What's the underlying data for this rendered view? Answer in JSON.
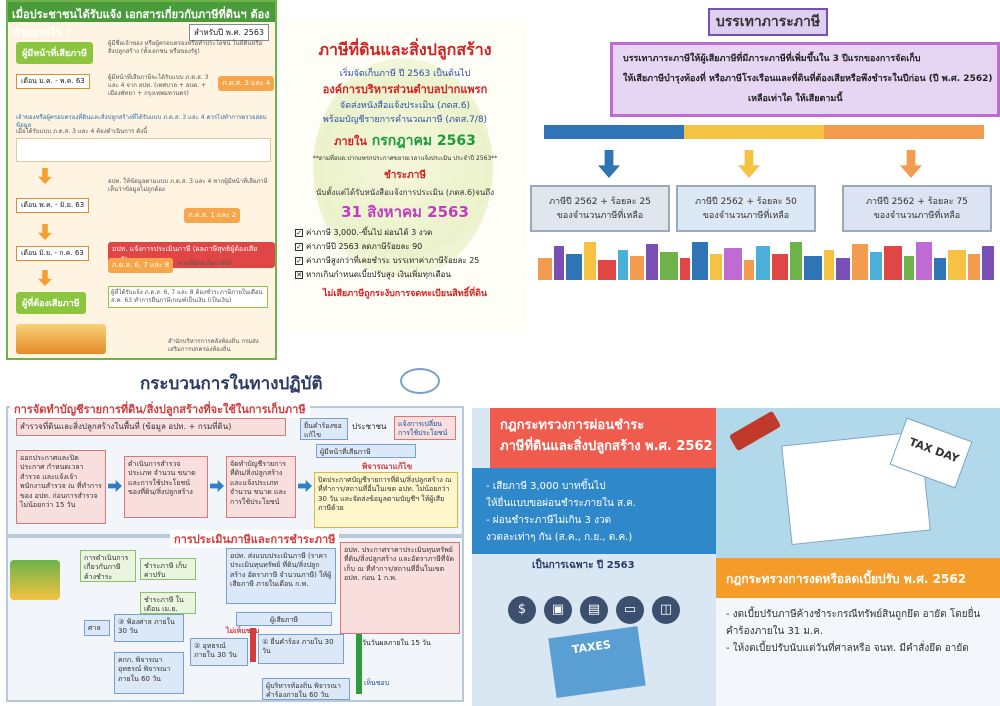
{
  "panel1": {
    "header": "เมื่อประชาชนได้รับแจ้ง เอกสารเกี่ยวกับภาษีที่ดินฯ ต้องทำอย่างไร ?",
    "year_badge": "สำหรับปี พ.ศ. 2563",
    "role_owner": "ผู้มีหน้าที่เสียภาษี",
    "role_owner_desc": "ผู้มีชื่อเจ้าของ หรือผู้ครอบครองหรือทำประโยชน์ ในที่ดินหรือสิ่งปลูกสร้าง (ทั้งเอกชน หรือของรัฐ)",
    "month1": "เดือน ม.ค. - พ.ค. 63",
    "month1_desc": "ผู้มีหน้าที่เสียภาษีจะได้รับแบบ ภ.ด.ส. 3 และ 4 จาก อปท. (เทศบาล + อบต. + เมืองพัทยา + กรุงเทพมหานคร)",
    "form_label": "ภ.ด.ส. 3 และ 4",
    "check_text": "เจ้าของหรือผู้ครอบครองที่ดินและสิ่งปลูกสร้างที่ได้รับแบบ ภ.ด.ส. 3 และ 4 ควรไปทำการตรวจสอบข้อมูล",
    "check_detail": "เมื่อได้รับแบบ ภ.ด.ส. 3 และ 4 ต้องดำเนินการ ดังนี้",
    "month2": "เดือน พ.ค. - มิ.ย. 63",
    "month2_desc": "อปท. ให้ข้อมูลตามแบบ ภ.ด.ส. 3 และ 4 หากผู้มีหน้าที่เสียภาษีเห็นว่าข้อมูลไม่ถูกต้อง",
    "form_label2": "ภ.ด.ส. 1 และ 2",
    "month3": "เดือน มิ.ย. - ก.ค. 63",
    "month3_desc": "อปท. แจ้งการประเมินภาษี (ผลภาษีสุทธิผู้ต้องเสียภาษี)",
    "form_label3": "ภ.ด.ส. 6, 7 และ 8",
    "form_desc3": "ตามที่ผู้ขอเสียภาษีได้",
    "role_payer": "ผู้ที่ต้องเสียภาษี",
    "role_payer_desc": "ผู้ที่ได้รับแจ้ง ภ.ด.ส. 6, 7 และ 8 ต้องชำระภาษีภายในเดือน ส.ค. 63 ทำการยื่นภาษีเกณฑ์เป็นเงิน (เป็นเงิน)",
    "footer": "สำนักบริหารการคลังท้องถิ่น กรมส่งเสริมการปกครองท้องถิ่น"
  },
  "panel2": {
    "title": "ภาษีที่ดินและสิ่งปลูกสร้าง",
    "line1": "เริ่มจัดเก็บภาษี ปี 2563 เป็นต้นไป",
    "org": "องค์การบริหารส่วนตำบลปากแพรก",
    "line2": "จัดส่งหนังสือแจ้งประเมิน (ภดส.6)",
    "line3": "พร้อมบัญชีรายการคำนวณภาษี (ภดส.7/8)",
    "within_label": "ภายใน",
    "within_date": "กรกฎาคม 2563",
    "note": "**ตามที่อบต.ปากแพรกประกาศขยายเวลาแจ้งประเมิน ประจำปี 2563**",
    "pay_label": "ชำระภาษี",
    "line4": "นับตั้งแต่ได้รับหนังสือแจ้งการประเมิน (ภดส.6)จนถึง",
    "deadline": "31 สิงหาคม 2563",
    "checks": [
      "ค่าภาษี 3,000.-ขึ้นไป ผ่อนได้ 3 งวด",
      "ค่าภาษีปี 2563 ลดภาษีร้อยละ 90",
      "ค่าภาษีสูงกว่าที่เคยชำระ บรรเทาค่าภาษีร้อยละ 25",
      "หากเกินกำหนดเบี้ยปรับสูง เงินเพิ่มทุกเดือน"
    ],
    "warning": "ไม่เสียภาษีถูกระงับการจดทะเบียนสิทธิ์ที่ดิน"
  },
  "panel3": {
    "title": "บรรเทาภาระภาษี",
    "desc_lines": [
      "บรรเทาภาระภาษีให้ผู้เสียภาษีที่มีภาระภาษีที่เพิ่มขึ้นใน 3 ปีแรกของการจัดเก็บ",
      "ให้เสียภาษีบำรุงท้องที่ หรือภาษีโรงเรือนและที่ดินที่ต้องเสียหรือพึงชำระในปีก่อน (ปี พ.ศ. 2562)",
      "เหลือเท่าใด ให้เสียตามนี้"
    ],
    "cards": [
      {
        "line1": "ภาษีปี 2562 + ร้อยละ 25",
        "line2": "ของจำนวนภาษีที่เหลือ"
      },
      {
        "line1": "ภาษีปี 2562 + ร้อยละ 50",
        "line2": "ของจำนวนภาษีที่เหลือ"
      },
      {
        "line1": "ภาษีปี 2562 + ร้อยละ 75",
        "line2": "ของจำนวนภาษีที่เหลือ"
      }
    ],
    "colors": {
      "blue": "#2f75b5",
      "yellow": "#f5c242",
      "orange": "#f39b4e",
      "purple": "#c06ad4"
    }
  },
  "panel4": {
    "title": "กระบวนการในทางปฏิบัติ",
    "section1": "การจัดทำบัญชีรายการที่ดิน/สิ่งปลูกสร้างที่จะใช้ในการเก็บภาษี",
    "s1_top": "สำรวจที่ดินและสิ่งปลูกสร้างในพื้นที่ (ข้อมูล อปท. + กรมที่ดิน)",
    "s1_a": "ออกประกาศและปิดประกาศ กำหนดเวลาสำรวจ และแจ้งเจ้าพนักงานสำรวจ ณ ที่ทำการของ อปท. ก่อนการสำรวจไม่น้อยกว่า 15 วัน",
    "s1_b": "ดำเนินการสำรวจ ประเภท จำนวน ขนาด และการใช้ประโยชน์ ของที่ดิน/สิ่งปลูกสร้าง",
    "s1_c": "จัดทำบัญชีรายการที่ดิน/สิ่งปลูกสร้างและแจ้งประเภท จำนวน ขนาด และการใช้ประโยชน์",
    "s1_d": "ปิดประกาศบัญชีรายการที่ดิน/สิ่งปลูกสร้าง ณ ที่ทำการ/สถานที่อื่นในเขต อปท. ไม่น้อยกว่า 30 วัน และจัดส่งข้อมูลตามบัญชีฯ ให้ผู้เสียภาษีด้วย",
    "s1_owner": "ผู้มีหน้าที่เสียภาษี",
    "s1_request": "ยื่นคำร้องขอแก้ไข",
    "s1_people": "ประชาชน",
    "s1_notify": "แจ้งการเปลี่ยนการใช้ประโยชน์",
    "s1_consider": "พิจารณาแก้ไข",
    "section2": "การประเมินภาษีและการชำระภาษี",
    "s2_a": "การดำเนินการเกี่ยวกับภาษีค้างชำระ",
    "s2_b": "ชำระภาษี เก็บค่าปรับ",
    "s2_c": "ชำระภาษี ในเดือน เม.ย.",
    "s2_d": "อปท. ส่งแบบประเมินภาษี (ราคาประเมินทุนทรัพย์ ที่ดิน/สิ่งปลูกสร้าง อัตราภาษี จำนวนภาษี) ให้ผู้เสียภาษี ภายในเดือน ก.พ.",
    "s2_e": "อปท. ประกาศราคาประเมินทุนทรัพย์ ที่ดิน/สิ่งปลูกสร้าง และอัตราภาษีที่จัดเก็บ ณ ที่ทำการ/สถานที่อื่นในเขต อปท. ก่อน 1 ก.พ.",
    "s2_taxpayer": "ผู้เสียภาษี",
    "s2_step1": "① ยื่นคำร้อง ภายใน 30 วัน",
    "s2_step2": "② อุทธรณ์ ภายใน 30 วัน",
    "s2_step3": "③ ฟ้องศาล ภายใน 30 วัน",
    "s2_court": "ศาล",
    "s2_committee": "คกก. พิจารณาอุทธรณ์ พิจารณาภายใน 60 วัน",
    "s2_inform": "วันวันผลภายใน 15 วัน",
    "s2_agree": "ไม่เห็นชอบ",
    "s2_agree2": "เห็นชอบ",
    "s2_exec": "ผู้บริหารท้องถิ่น พิจารณาคำร้องภายใน 60 วัน"
  },
  "panel5": {
    "title_line1": "กฎกระทรวงการผ่อนชำระ",
    "title_line2": "ภาษีที่ดินและสิ่งปลูกสร้าง พ.ศ. 2562",
    "bullet1": "- เสียภาษี 3,000 บาทขึ้นไป",
    "bullet1b": "ให้ยื่นแบบขอผ่อนชำระภายใน ส.ค.",
    "bullet2": "- ผ่อนชำระภาษีไม่เกิน 3 งวด",
    "bullet2b": "งวดละเท่าๆ กัน (ส.ค., ก.ย., ต.ค.)",
    "special": "เป็นการเฉพาะ ปี 2563",
    "tax_day": "TAX DAY",
    "taxes": "TAXES",
    "title2": "กฎกระทรวงการงดหรือลดเบี้ยปรับ พ.ศ. 2562",
    "b2_1": "- งดเบี้ยปรับภาษีค้างชำระกรณีทรัพย์สินถูกยึด อายัด โดยยื่นคำร้องภายใน 31 ม.ค.",
    "b2_2": "- ให้งดเบี้ยปรับนับแต่วันที่ศาลหรือ จนท. มีคำสั่งยึด อายัด"
  }
}
